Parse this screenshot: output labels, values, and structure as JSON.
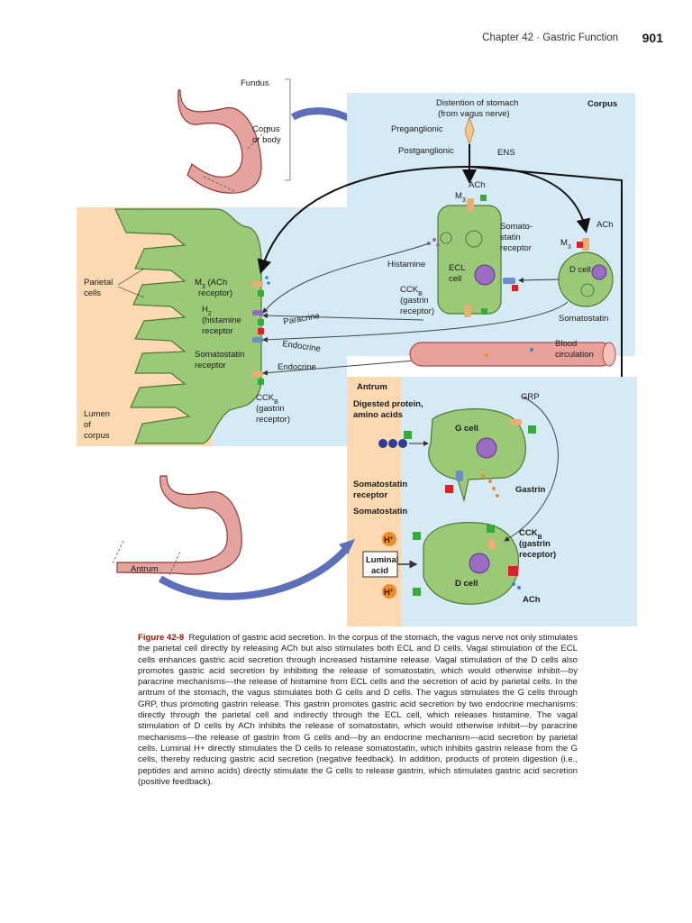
{
  "header": {
    "chapter": "Chapter 42 · Gastric Function",
    "page": "901"
  },
  "figure": {
    "labels": {
      "fundus": "Fundus",
      "corpus_or_body_1": "Corpus",
      "corpus_or_body_2": "or body",
      "corpus": "Corpus",
      "distention_1": "Distention of stomach",
      "distention_2": "(from vagus nerve)",
      "preganglionic": "Preganglionic",
      "postganglionic": "Postganglionic",
      "ens": "ENS",
      "ach_top": "ACh",
      "m3_top": "M",
      "m3_sub": "3",
      "ach_d": "ACh",
      "m3_d": "M",
      "somatostatin_receptor_1": "Somato-",
      "somatostatin_receptor_2": "statin",
      "somatostatin_receptor_3": "receptor",
      "histamine": "Histamine",
      "ecl_cell_1": "ECL",
      "ecl_cell_2": "cell",
      "d_cell_top": "D cell",
      "cckb_1": "CCK",
      "cckb_sub": "B",
      "cckb_2": "(gastrin",
      "cckb_3": "receptor)",
      "somatostatin_top": "Somatostatin",
      "parietal_1": "Parietal",
      "parietal_2": "cells",
      "m3ach_1": "M",
      "m3ach_2": " (ACh",
      "m3ach_3": "receptor)",
      "h2_1": "H",
      "h2_2": "(histamine",
      "h2_3": "receptor",
      "sst_rec_1": "Somatostatin",
      "sst_rec_2": "receptor",
      "cckb_p1": "CCK",
      "cckb_p2": "(gastrin",
      "cckb_p3": "receptor)",
      "paracrine": "Paracrine",
      "endocrine_1": "Endocrine",
      "endocrine_2": "Endocrine",
      "blood_1": "Blood",
      "blood_2": "circulation",
      "lumen_1": "Lumen",
      "lumen_2": "of",
      "lumen_3": "corpus",
      "antrum_box": "Antrum",
      "digested_1": "Digested protein,",
      "digested_2": "amino acids",
      "grp": "GRP",
      "g_cell": "G cell",
      "sst_rec_a1": "Somatostatin",
      "sst_rec_a2": "receptor",
      "gastrin": "Gastrin",
      "somatostatin_a": "Somatostatin",
      "cckb_a1": "CCK",
      "cckb_a2": "(gastrin",
      "cckb_a3": "receptor)",
      "luminal_1": "Luminal",
      "luminal_2": "acid",
      "h_plus": "H",
      "d_cell_bottom": "D cell",
      "ach_bottom": "ACh",
      "antrum_stomach": "Antrum"
    }
  },
  "caption": {
    "label": "Figure 42-8",
    "text": "Regulation of gastric acid secretion. In the corpus of the stomach, the vagus nerve not only stimulates the parietal cell directly by releasing ACh but also stimulates both ECL and D cells. Vagal stimulation of the ECL cells enhances gastric acid secretion through increased histamine release. Vagal stimulation of the D cells also promotes gastric acid secretion by inhibiting the release of somatostatin, which would otherwise inhibit—by paracrine mechanisms—the release of histamine from ECL cells and the secretion of acid by parietal cells. In the antrum of the stomach, the vagus stimulates both G cells and D cells. The vagus stimulates the G cells through GRP, thus promoting gastrin release. This gastrin promotes gastric acid secretion by two endocrine mechanisms: directly through the parietal cell and indirectly through the ECL cell, which releases histamine. The vagal stimulation of D cells by ACh inhibits the release of somatostatin, which would otherwise inhibit—by paracrine mechanisms—the release of gastrin from G cells and—by an endocrine mechanism—acid secretion by parietal cells. Luminal H+ directly stimulates the D cells to release somatostatin, which inhibits gastrin release from the G cells, thereby reducing gastric acid secretion (negative feedback). In addition, products of protein digestion (i.e., peptides and amino acids) directly stimulate the G cells to release gastrin, which stimulates gastric acid secretion (positive feedback)."
  },
  "colors": {
    "panel_blue": "#d6eaf5",
    "cell_green": "#9cc978",
    "lumen_orange": "#fcd9b0",
    "nucleus_purple": "#9b6cc4",
    "vessel_red": "#e7a09a",
    "plus_green": "#3aa83a",
    "minus_red": "#d8232a"
  }
}
